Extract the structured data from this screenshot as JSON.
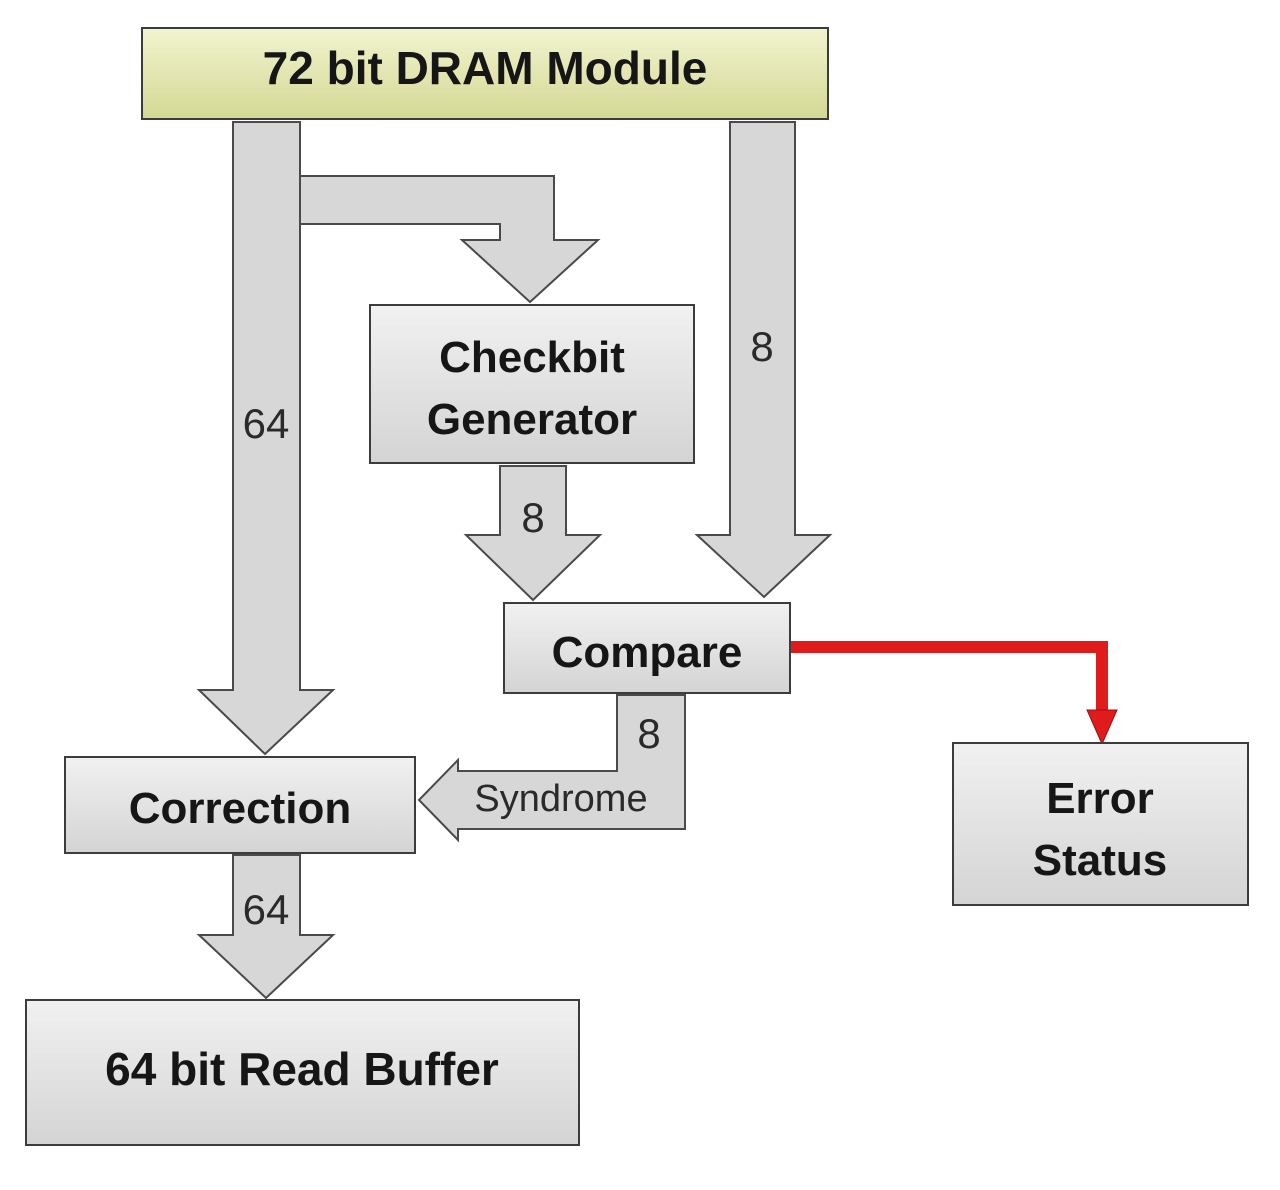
{
  "boxes": {
    "dram_module": "72 bit DRAM Module",
    "checkbit_generator": [
      "Checkbit",
      "Generator"
    ],
    "compare": "Compare",
    "correction": "Correction",
    "error_status": [
      "Error",
      "Status"
    ],
    "read_buffer": "64 bit Read Buffer"
  },
  "labels": {
    "data_width": "64",
    "check_width_direct": "8",
    "check_width_generated": "8",
    "syndrome_width": "8",
    "syndrome": "Syndrome",
    "output_width": "64"
  },
  "colors": {
    "module_fill": "#e6e9b0",
    "box_fill": "#e3e3e3",
    "arrow_fill": "#d7d7d7",
    "error_line": "#e01b1b"
  }
}
